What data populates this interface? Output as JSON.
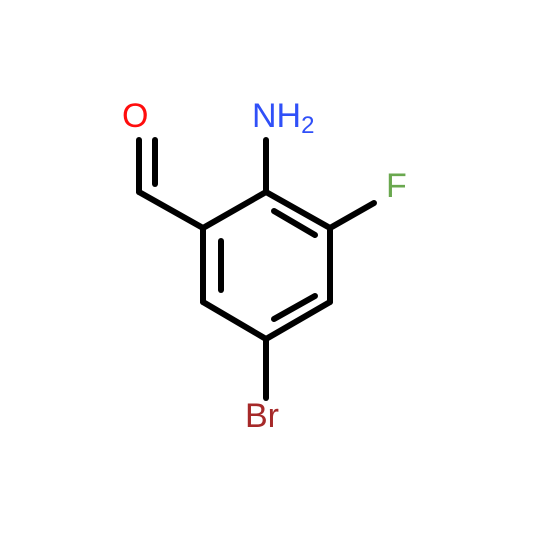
{
  "molecule": {
    "atoms": {
      "oxygen": {
        "label": "O",
        "color": "#ff0d0d"
      },
      "amine": {
        "label": "NH",
        "subscript": "2",
        "color": "#3050f8"
      },
      "fluorine": {
        "label": "F",
        "color": "#6aa84f"
      },
      "bromine": {
        "label": "Br",
        "color": "#a62929"
      }
    },
    "bond_color": "#000000"
  }
}
